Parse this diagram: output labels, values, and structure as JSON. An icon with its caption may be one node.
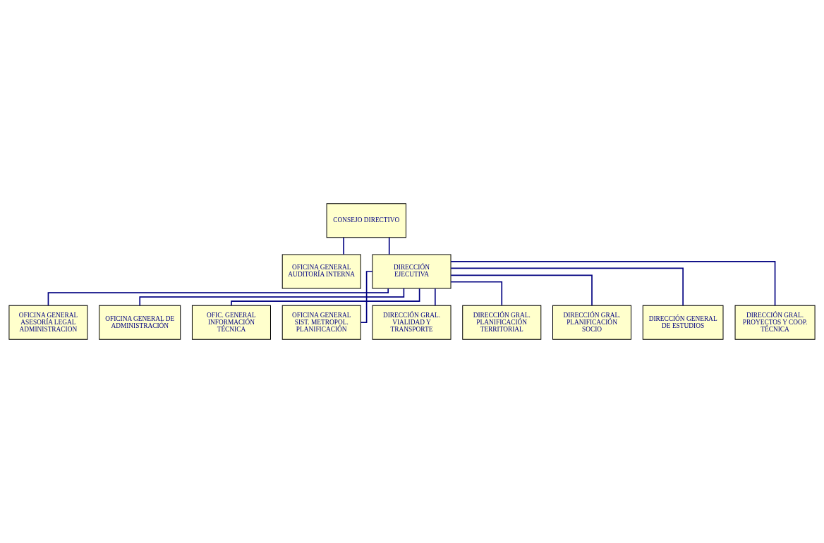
{
  "diagram": {
    "nodes": [
      {
        "text": [
          "CONSEJO DIRECTIVO"
        ]
      },
      {
        "text": [
          "OFICINA GENERAL AUDITORÍA INTERNA"
        ]
      },
      {
        "text": [
          "DIRECCIÓN EJECUTIVA"
        ]
      },
      {
        "text": [
          "OFICINA GENERAL ASESORÍA LEGAL ADMINISTRACION"
        ]
      },
      {
        "text": [
          "OFICINA GENERAL DE ADMINISTRACIÓN"
        ]
      },
      {
        "text": [
          "OFIC. GENERAL INFORMACIÓN TÉCNICA"
        ]
      },
      {
        "text": [
          "OFICINA GENERAL SIST. METROPOL. PLANIFICACIÓN"
        ]
      },
      {
        "text": [
          "DIRECCIÓN GRAL. VIALIDAD Y TRANSPORTE"
        ]
      },
      {
        "text": [
          "DIRECCIÓN GRAL. PLANIFICACIÓN TERRITORIAL"
        ]
      },
      {
        "text": [
          "DIRECCIÓN GRAL. PLANIFICACIÓN SOCIO"
        ]
      },
      {
        "text": [
          "DIRECCIÓN GENERAL DE ESTUDIOS"
        ]
      },
      {
        "text": [
          "DIRECCIÓN GRAL. PROYECTOS Y COOP. TÉCNICA"
        ]
      }
    ],
    "edges": [
      {
        "from": 0,
        "to": 1,
        "arrow": "none"
      },
      {
        "from": 0,
        "to": 2,
        "arrow": "none"
      },
      {
        "from": 2,
        "to": 3,
        "arrow": "none"
      },
      {
        "from": 2,
        "to": 4,
        "arrow": "none"
      },
      {
        "from": 2,
        "to": 5,
        "arrow": "none"
      },
      {
        "from": 2,
        "to": 6,
        "arrow": "none"
      },
      {
        "from": 2,
        "to": 7,
        "arrow": "none"
      },
      {
        "from": 2,
        "to": 8,
        "arrow": "none"
      },
      {
        "from": 2,
        "to": 9,
        "arrow": "none"
      },
      {
        "from": 2,
        "to": 10,
        "arrow": "none"
      },
      {
        "from": 2,
        "to": 11,
        "arrow": "none"
      }
    ]
  }
}
